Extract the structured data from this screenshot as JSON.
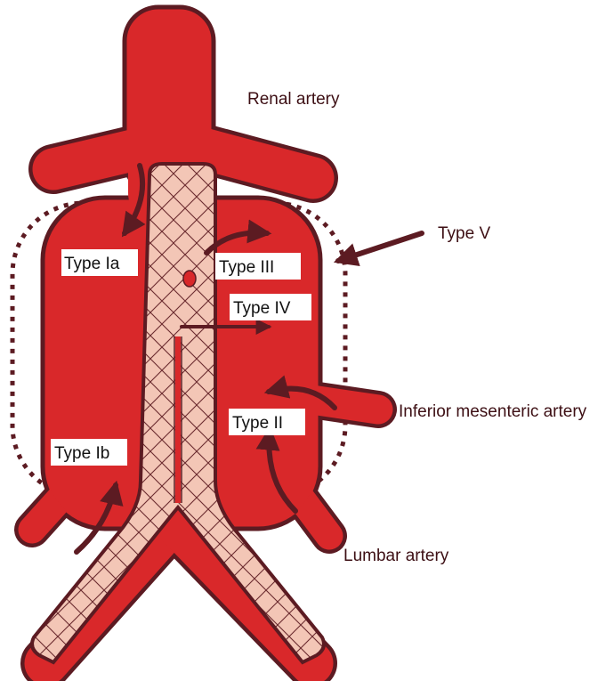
{
  "labels": {
    "renal_artery": "Renal artery",
    "type_v": "Type V",
    "inferior_mesenteric_artery": "Inferior mesenteric artery",
    "lumbar_artery": "Lumbar artery",
    "type_ia": "Type Ia",
    "type_ib": "Type Ib",
    "type_ii": "Type II",
    "type_iii": "Type III",
    "type_iv": "Type IV"
  },
  "colors": {
    "vessel_fill": "#d9282a",
    "vessel_outline": "#5c1b22",
    "graft_fill": "#f3c6b6",
    "graft_mesh": "#6a2a2e",
    "arrow": "#5c1b22",
    "label_box": "#ffffff"
  }
}
